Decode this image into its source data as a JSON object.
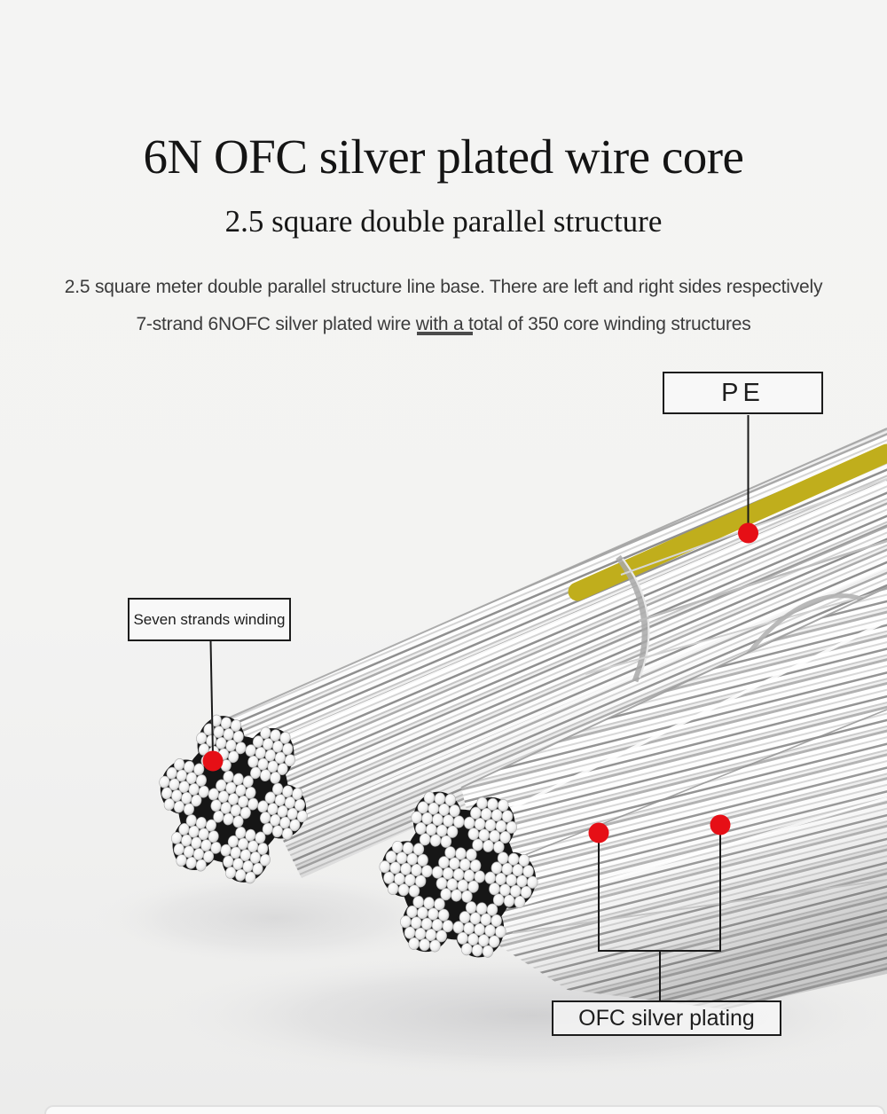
{
  "header": {
    "title": "6N OFC silver plated wire core",
    "subtitle": "2.5 square double parallel structure",
    "description_line1": "2.5 square meter double parallel structure line base. There are left and right sides respectively",
    "description_line2": "7-strand 6NOFC silver plated wire with a total of 350 core winding structures"
  },
  "callouts": {
    "pe": {
      "label": "PE"
    },
    "seven_strands": {
      "label": "Seven strands winding"
    },
    "ofc": {
      "label": "OFC silver plating"
    }
  },
  "colors": {
    "marker_red": "#e60f16",
    "pe_yellow": "#c0ae1c",
    "callout_line": "#1a1a1a",
    "divider": "#4b4b4b",
    "background": "#f3f3f2"
  }
}
